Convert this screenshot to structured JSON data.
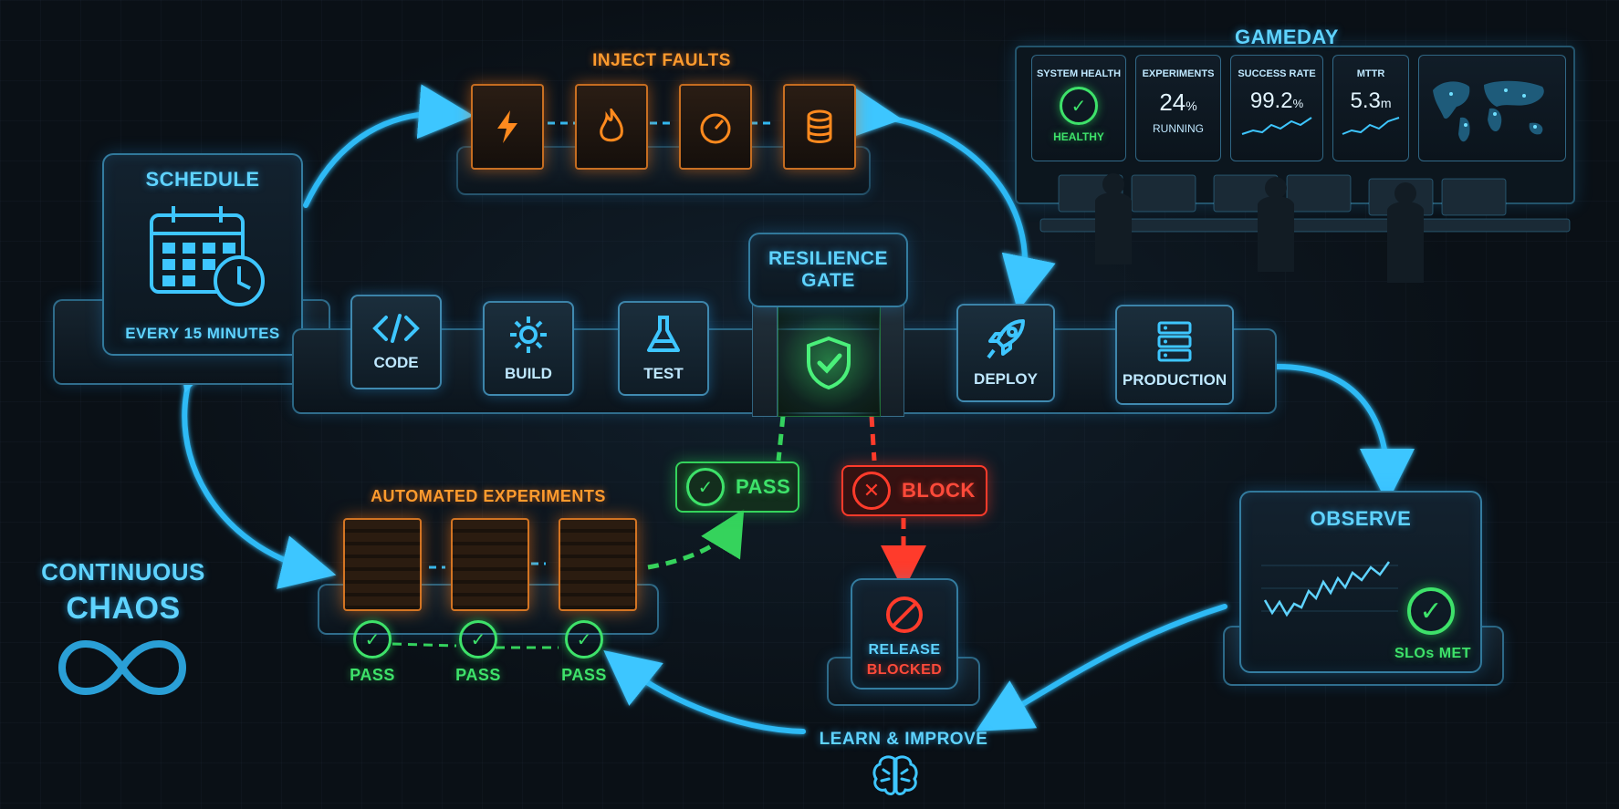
{
  "labels": {
    "schedule": "SCHEDULE",
    "schedule_sub": "EVERY 15 MINUTES",
    "inject_faults": "INJECT FAULTS",
    "gameday": "GAMEDAY",
    "resilience_gate_1": "RESILIENCE",
    "resilience_gate_2": "GATE",
    "automated_experiments": "AUTOMATED EXPERIMENTS",
    "pass": "PASS",
    "block": "BLOCK",
    "release_1": "RELEASE",
    "release_2": "BLOCKED",
    "observe": "OBSERVE",
    "slos_met": "SLOs MET",
    "learn": "LEARN & IMPROVE",
    "continuous_1": "CONTINUOUS",
    "continuous_2": "CHAOS"
  },
  "pipeline": [
    {
      "label": "CODE",
      "icon": "code-icon"
    },
    {
      "label": "BUILD",
      "icon": "gear-icon"
    },
    {
      "label": "TEST",
      "icon": "flask-icon"
    },
    {
      "label": "DEPLOY",
      "icon": "rocket-icon"
    },
    {
      "label": "PRODUCTION",
      "icon": "server-icon"
    }
  ],
  "faults": [
    {
      "icon": "lightning-icon"
    },
    {
      "icon": "fire-icon"
    },
    {
      "icon": "gauge-icon"
    },
    {
      "icon": "database-icon"
    }
  ],
  "experiment_results": [
    "PASS",
    "PASS",
    "PASS"
  ],
  "gameday": {
    "metrics": [
      {
        "title": "SYSTEM HEALTH",
        "value": "",
        "unit": "",
        "sub": "HEALTHY"
      },
      {
        "title": "EXPERIMENTS",
        "value": "24",
        "unit": "%",
        "sub": "RUNNING"
      },
      {
        "title": "SUCCESS RATE",
        "value": "99.2",
        "unit": "%",
        "sub": ""
      },
      {
        "title": "MTTR",
        "value": "5.3",
        "unit": "m",
        "sub": ""
      }
    ]
  },
  "colors": {
    "accent": "#5fd3ff",
    "fault": "#ff9b2e",
    "pass": "#3ee26a",
    "block": "#ff4a3a"
  }
}
